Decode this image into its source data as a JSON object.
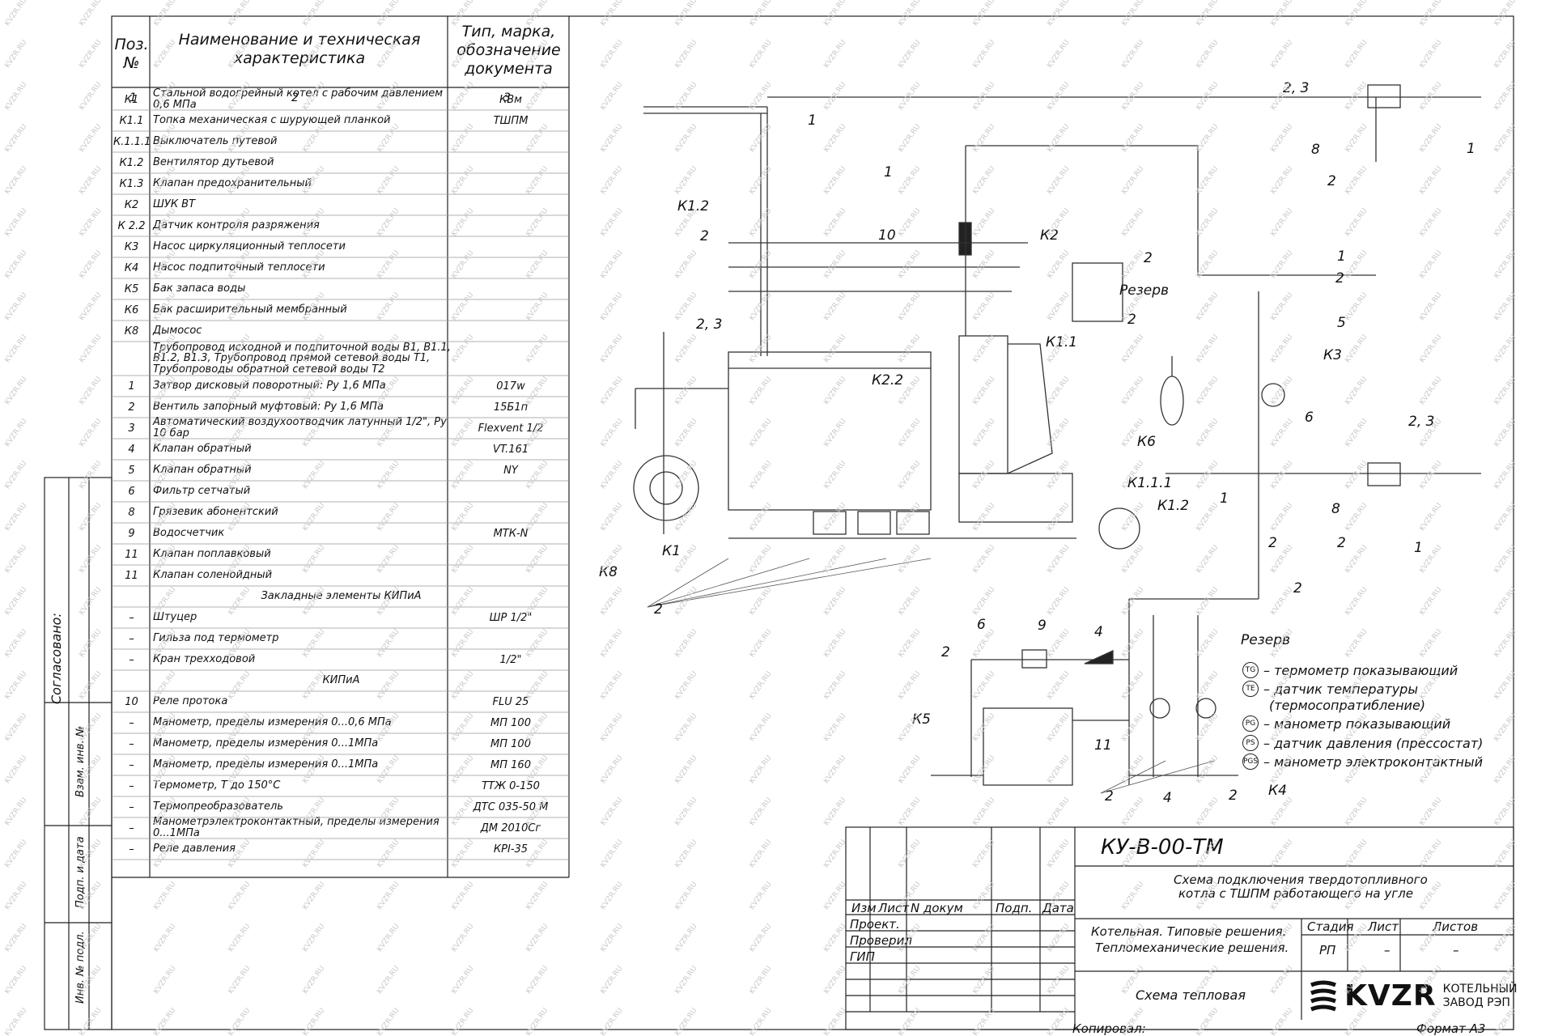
{
  "spec_header": {
    "pos": "Поз.\n№",
    "name": "Наименование и техническая характеристика",
    "type": "Тип, марка, обозначение документа",
    "col1": "1",
    "col2": "2",
    "col3": "3"
  },
  "spec_rows": [
    {
      "pos": "К1",
      "name": "Стальной водогрейный котел с рабочим давлением 0,6 МПа",
      "type": "КВм"
    },
    {
      "pos": "К1.1",
      "name": "Топка механическая с шурующей планкой",
      "type": "ТШПМ"
    },
    {
      "pos": "К.1.1.1",
      "name": "Выключатель путевой",
      "type": ""
    },
    {
      "pos": "К1.2",
      "name": "Вентилятор дутьевой",
      "type": ""
    },
    {
      "pos": "К1.3",
      "name": "Клапан предохранительный",
      "type": ""
    },
    {
      "pos": "К2",
      "name": "ШУК ВТ",
      "type": ""
    },
    {
      "pos": "К 2.2",
      "name": "Датчик контроля разряжения",
      "type": ""
    },
    {
      "pos": "К3",
      "name": "Насос циркуляционный теплосети",
      "type": ""
    },
    {
      "pos": "К4",
      "name": "Насос подпиточный теплосети",
      "type": ""
    },
    {
      "pos": "К5",
      "name": "Бак запаса воды",
      "type": ""
    },
    {
      "pos": "К6",
      "name": "Бак расширительный мембранный",
      "type": ""
    },
    {
      "pos": "К8",
      "name": "Дымосос",
      "type": ""
    },
    {
      "pos": "",
      "name": "Трубопровод исходной и подпиточной воды В1, В1.1, В1.2, В1.3, Трубопровод прямой сетевой воды Т1, Трубопроводы обратной сетевой воды Т2",
      "type": "",
      "section": true
    },
    {
      "pos": "1",
      "name": "Затвор дисковый поворотный: Ру 1,6 МПа",
      "type": "017w"
    },
    {
      "pos": "2",
      "name": "Вентиль запорный муфтовый: Ру 1,6 МПа",
      "type": "15Б1п"
    },
    {
      "pos": "3",
      "name": "Автоматический воздухоотводчик латунный 1/2\", Ру 10 бар",
      "type": "Flexvent 1/2"
    },
    {
      "pos": "4",
      "name": "Клапан обратный",
      "type": "VT.161"
    },
    {
      "pos": "5",
      "name": "Клапан обратный",
      "type": "NY"
    },
    {
      "pos": "6",
      "name": "Фильтр сетчатый",
      "type": ""
    },
    {
      "pos": "8",
      "name": "Грязевик абонентский",
      "type": ""
    },
    {
      "pos": "9",
      "name": "Водосчетчик",
      "type": "МТК-N"
    },
    {
      "pos": "11",
      "name": "Клапан поплавковый",
      "type": ""
    },
    {
      "pos": "11",
      "name": "Клапан соленойдный",
      "type": ""
    },
    {
      "pos": "",
      "name": "Закладные элементы КИПиА",
      "type": "",
      "section": true
    },
    {
      "pos": "–",
      "name": "Штуцер",
      "type": "ШР 1/2\""
    },
    {
      "pos": "–",
      "name": "Гильза под термометр",
      "type": ""
    },
    {
      "pos": "–",
      "name": "Кран трехходовой",
      "type": "1/2\""
    },
    {
      "pos": "",
      "name": "КИПиА",
      "type": "",
      "section": true
    },
    {
      "pos": "10",
      "name": "Реле протока",
      "type": "FLU 25"
    },
    {
      "pos": "–",
      "name": "Манометр, пределы измерения 0...0,6 МПа",
      "type": "МП 100"
    },
    {
      "pos": "–",
      "name": "Манометр, пределы измерения 0...1МПа",
      "type": "МП 100"
    },
    {
      "pos": "–",
      "name": "Манометр, пределы измерения 0...1МПа",
      "type": "МП 160"
    },
    {
      "pos": "–",
      "name": "Термометр, Т до 150°С",
      "type": "ТТЖ 0-150"
    },
    {
      "pos": "–",
      "name": "Термопреобразователь",
      "type": "ДТС 035-50 М"
    },
    {
      "pos": "–",
      "name": "Манометрэлектроконтактный, пределы измерения 0...1МПа",
      "type": "ДМ 2010Сг"
    },
    {
      "pos": "–",
      "name": "Реле давления",
      "type": "КРI-35"
    }
  ],
  "side_labels": {
    "agreed": "Согласовано:",
    "inv_sub": "Взам. инв. №",
    "sign_date": "Подп. и дата",
    "inv_orig": "Инв. № подл."
  },
  "diagram_labels": {
    "k1": "К1",
    "k11": "К1.1",
    "k111": "К1.1.1",
    "k12a": "К1.2",
    "k12b": "К1.2",
    "k2": "К2",
    "k22": "К2.2",
    "k3": "К3",
    "k4": "К4",
    "k5": "К5",
    "k6": "К6",
    "k8": "К8",
    "reserve1": "Резерв",
    "reserve2": "Резерв",
    "n1a": "1",
    "n1b": "1",
    "n1c": "1",
    "n1d": "1",
    "n1e": "1",
    "n1f": "1",
    "n2a": "2",
    "n2b": "2",
    "n2c": "2",
    "n2d": "2",
    "n2e": "2",
    "n2f": "2",
    "n2g": "2",
    "n2h": "2",
    "n2i": "2",
    "n2j": "2",
    "n2k": "2",
    "n2l": "2",
    "n23a": "2, 3",
    "n23b": "2, 3",
    "n23c": "2, 3",
    "n4a": "4",
    "n4b": "4",
    "n5": "5",
    "n6a": "6",
    "n6b": "6",
    "n8a": "8",
    "n8b": "8",
    "n9": "9",
    "n10": "10",
    "n11": "11"
  },
  "legend": [
    {
      "code": "TG",
      "text": "– термометр показывающий"
    },
    {
      "code": "TE",
      "text": "– датчик температуры"
    },
    {
      "code": "",
      "text": "(термосопратибление)"
    },
    {
      "code": "PG",
      "text": "– манометр показывающий"
    },
    {
      "code": "PS",
      "text": "– датчик давления (прессостат)"
    },
    {
      "code": "PGS",
      "text": "– манометр электроконтактный"
    }
  ],
  "title_block": {
    "doc_code": "КУ-В-00-ТМ",
    "doc_title_1": "Схема подключения твердотопливного",
    "doc_title_2": "котла с ТШПМ работающего на угле",
    "col_izm": "Изм",
    "col_list": "Лист",
    "col_ndoc": "N докум",
    "col_podp": "Подп.",
    "col_data": "Дата",
    "row_proekt": "Проект.",
    "row_proveril": "Проверил",
    "row_gip": "ГИП",
    "project_1": "Котельная. Типовые решения.",
    "project_2": "Тепломеханические решения.",
    "stadia_h": "Стадия",
    "list_h": "Лист",
    "listov_h": "Листов",
    "stadia_v": "РП",
    "list_v": "–",
    "listov_v": "–",
    "sheet_name": "Схема тепловая",
    "logo_text": "KVZR",
    "company_1": "КОТЕЛЬНЫЙ",
    "company_2": "ЗАВОД РЭП",
    "copied": "Копировал:",
    "format": "Формат А3"
  },
  "watermark": "KVZR.RU"
}
